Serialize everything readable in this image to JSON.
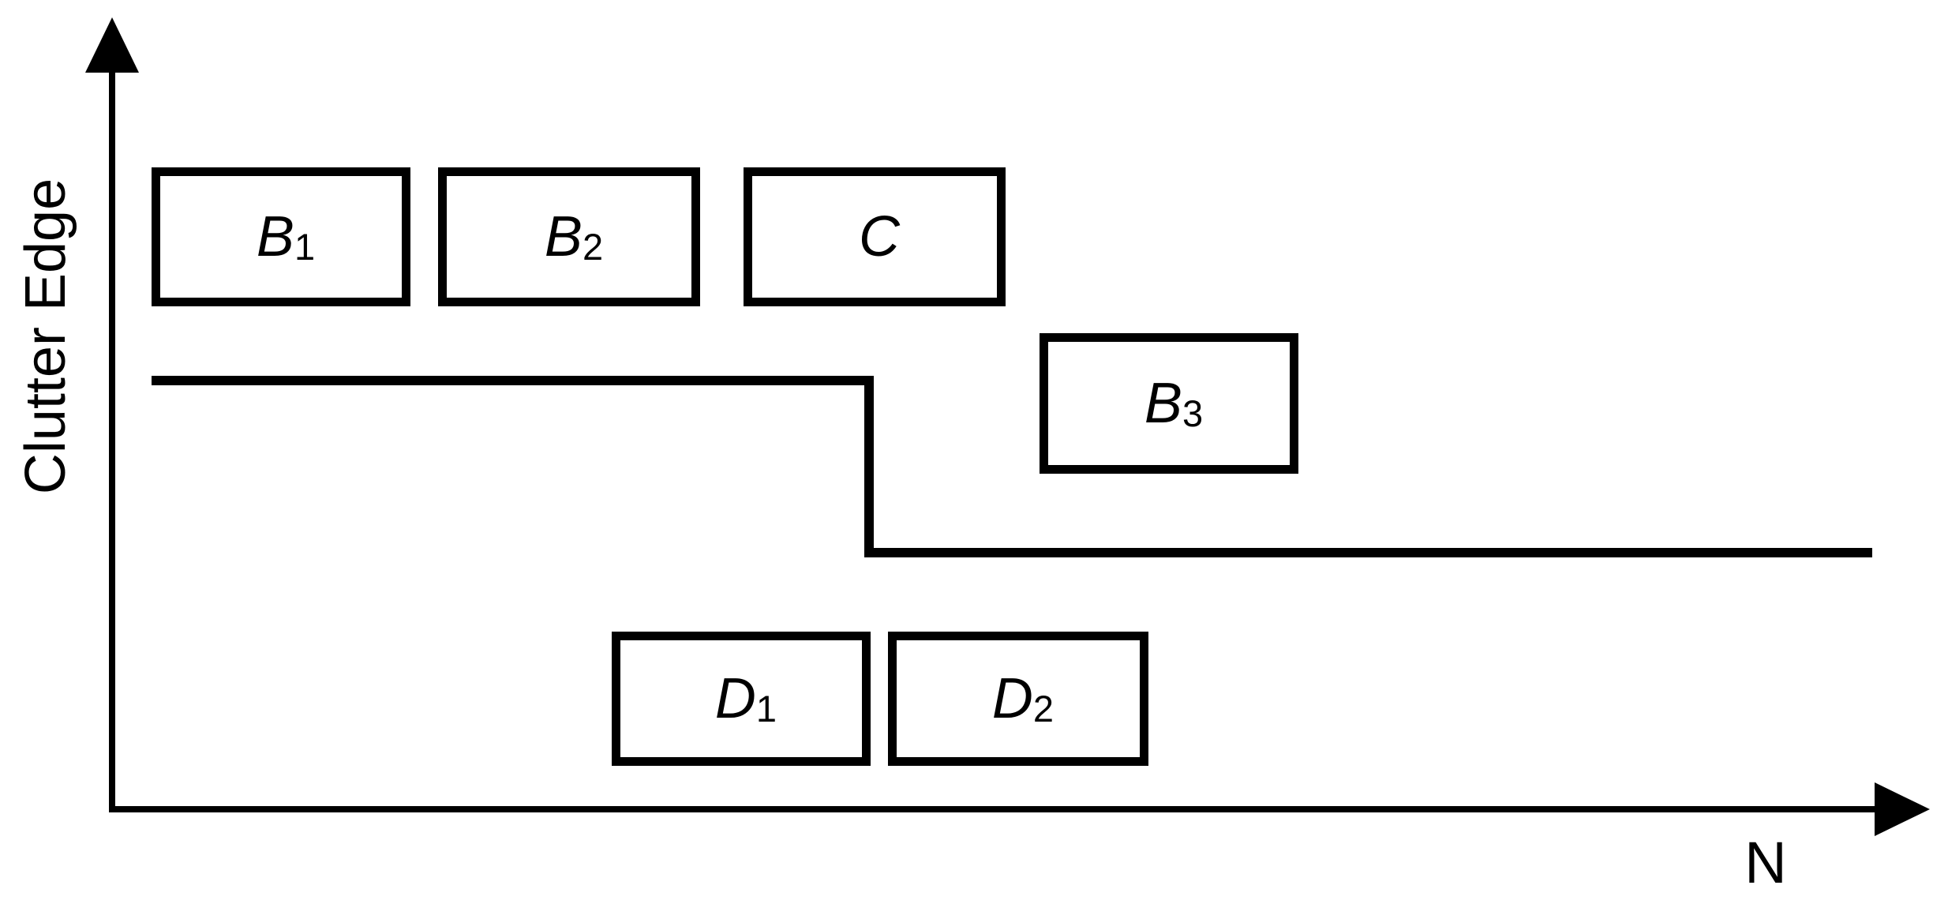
{
  "page": {
    "background_color": "#ffffff",
    "foreground_color": "#000000"
  },
  "diagram": {
    "y_axis": {
      "label": "Clutter Edge"
    },
    "x_axis": {
      "label": "N"
    },
    "boxes": [
      {
        "name": "B1",
        "main": "B",
        "sub": "1"
      },
      {
        "name": "B2",
        "main": "B",
        "sub": "2"
      },
      {
        "name": "C",
        "main": "C",
        "sub": ""
      },
      {
        "name": "B3",
        "main": "B",
        "sub": "3"
      },
      {
        "name": "D1",
        "main": "D",
        "sub": "1"
      },
      {
        "name": "D2",
        "main": "D",
        "sub": "2"
      }
    ]
  },
  "chart_data": {
    "type": "diagram",
    "title": "",
    "xlabel": "N",
    "ylabel": "Clutter Edge",
    "axes": {
      "x_arrow": "right",
      "y_arrow": "up",
      "ticks": "none",
      "grid": false
    },
    "reference_windows": [
      {
        "label": "B1",
        "x_frac_range": [
          0.02,
          0.16
        ],
        "y_frac_range": [
          0.64,
          0.81
        ],
        "position": "above high clutter level, left group"
      },
      {
        "label": "B2",
        "x_frac_range": [
          0.18,
          0.32
        ],
        "y_frac_range": [
          0.64,
          0.81
        ],
        "position": "above high clutter level, left group"
      },
      {
        "label": "C",
        "x_frac_range": [
          0.35,
          0.49
        ],
        "y_frac_range": [
          0.64,
          0.81
        ],
        "position": "above high clutter level, spans clutter edge transition"
      },
      {
        "label": "B3",
        "x_frac_range": [
          0.51,
          0.65
        ],
        "y_frac_range": [
          0.43,
          0.6
        ],
        "position": "between high and low clutter levels, right of edge"
      },
      {
        "label": "D1",
        "x_frac_range": [
          0.28,
          0.42
        ],
        "y_frac_range": [
          0.05,
          0.23
        ],
        "position": "below low clutter level, left of edge"
      },
      {
        "label": "D2",
        "x_frac_range": [
          0.43,
          0.57
        ],
        "y_frac_range": [
          0.05,
          0.23
        ],
        "position": "below low clutter level, right of edge"
      }
    ],
    "clutter_edge_step_line": {
      "shape": "step-down",
      "high_level_y_frac": 0.54,
      "low_level_y_frac": 0.33,
      "step_at_x_frac": 0.42,
      "high_segment_x_frac_range": [
        0.02,
        0.42
      ],
      "low_segment_x_frac_range": [
        0.42,
        0.97
      ]
    }
  }
}
